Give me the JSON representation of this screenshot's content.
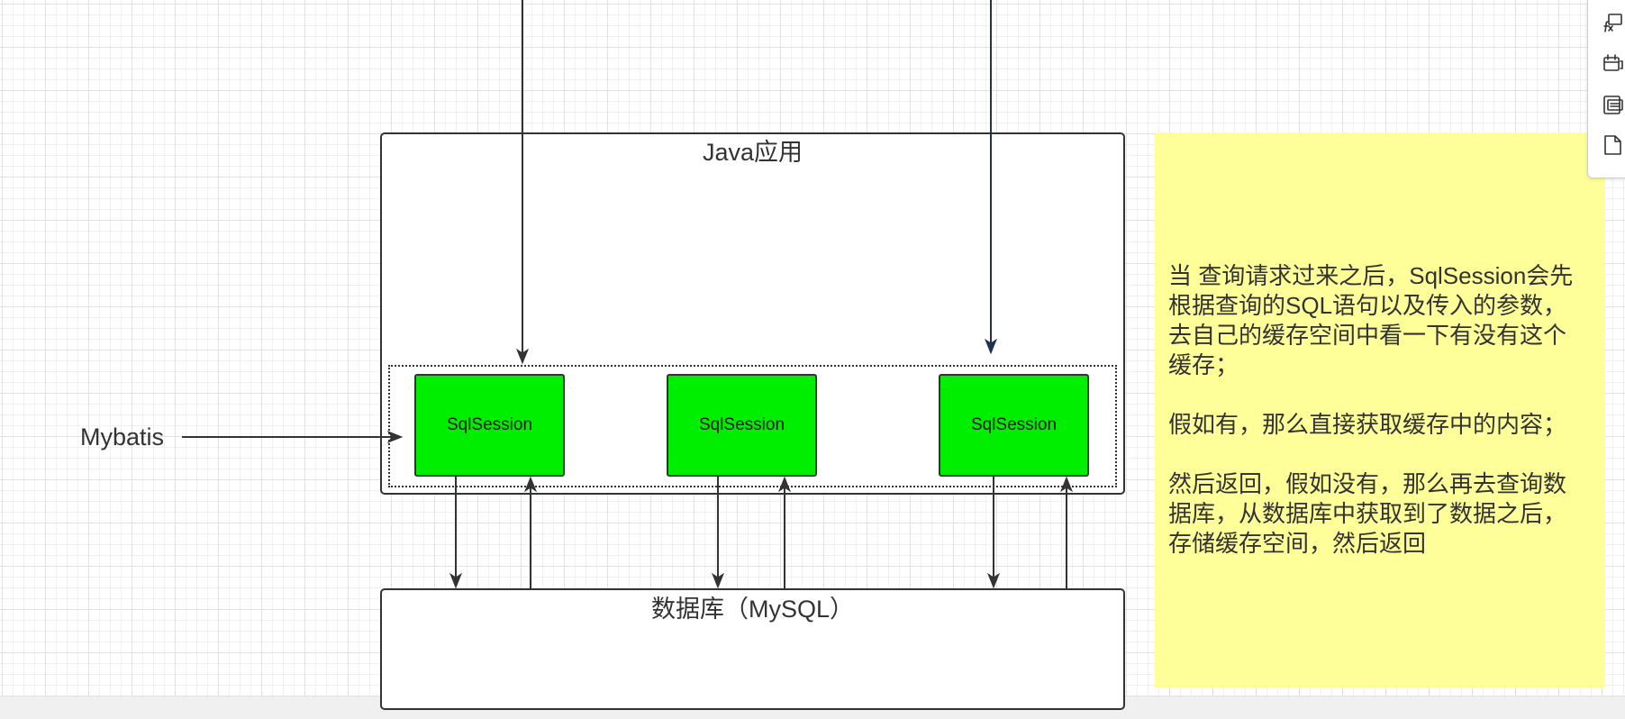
{
  "diagram": {
    "java_app": {
      "title": "Java应用"
    },
    "sessions": [
      {
        "label": "SqlSession"
      },
      {
        "label": "SqlSession"
      },
      {
        "label": "SqlSession"
      }
    ],
    "mybatis_label": "Mybatis",
    "database": {
      "title": "数据库（MySQL）"
    },
    "note": {
      "paragraphs": [
        [
          "当 查询请求过来之后，SqlSession会先",
          "根据查询的SQL语句以及传入的参数，",
          "去自己的缓存空间中看一下有没有这个",
          "缓存；"
        ],
        [
          "假如有，那么直接获取缓存中的内容；"
        ],
        [
          "然后返回，假如没有，那么再去查询数",
          "据库，从数据库中获取到了数据之后，",
          "存储缓存空间，然后返回"
        ]
      ]
    }
  },
  "toolbar": {
    "icons": [
      "formula-icon",
      "calendar-icon",
      "layers-icon",
      "page-icon"
    ]
  },
  "colors": {
    "session_fill": "#00ee00",
    "note_fill": "#ffff99",
    "stroke": "#333333",
    "top_right_connector": "#1f3350",
    "canvas_footer": "#f0f0f0"
  }
}
